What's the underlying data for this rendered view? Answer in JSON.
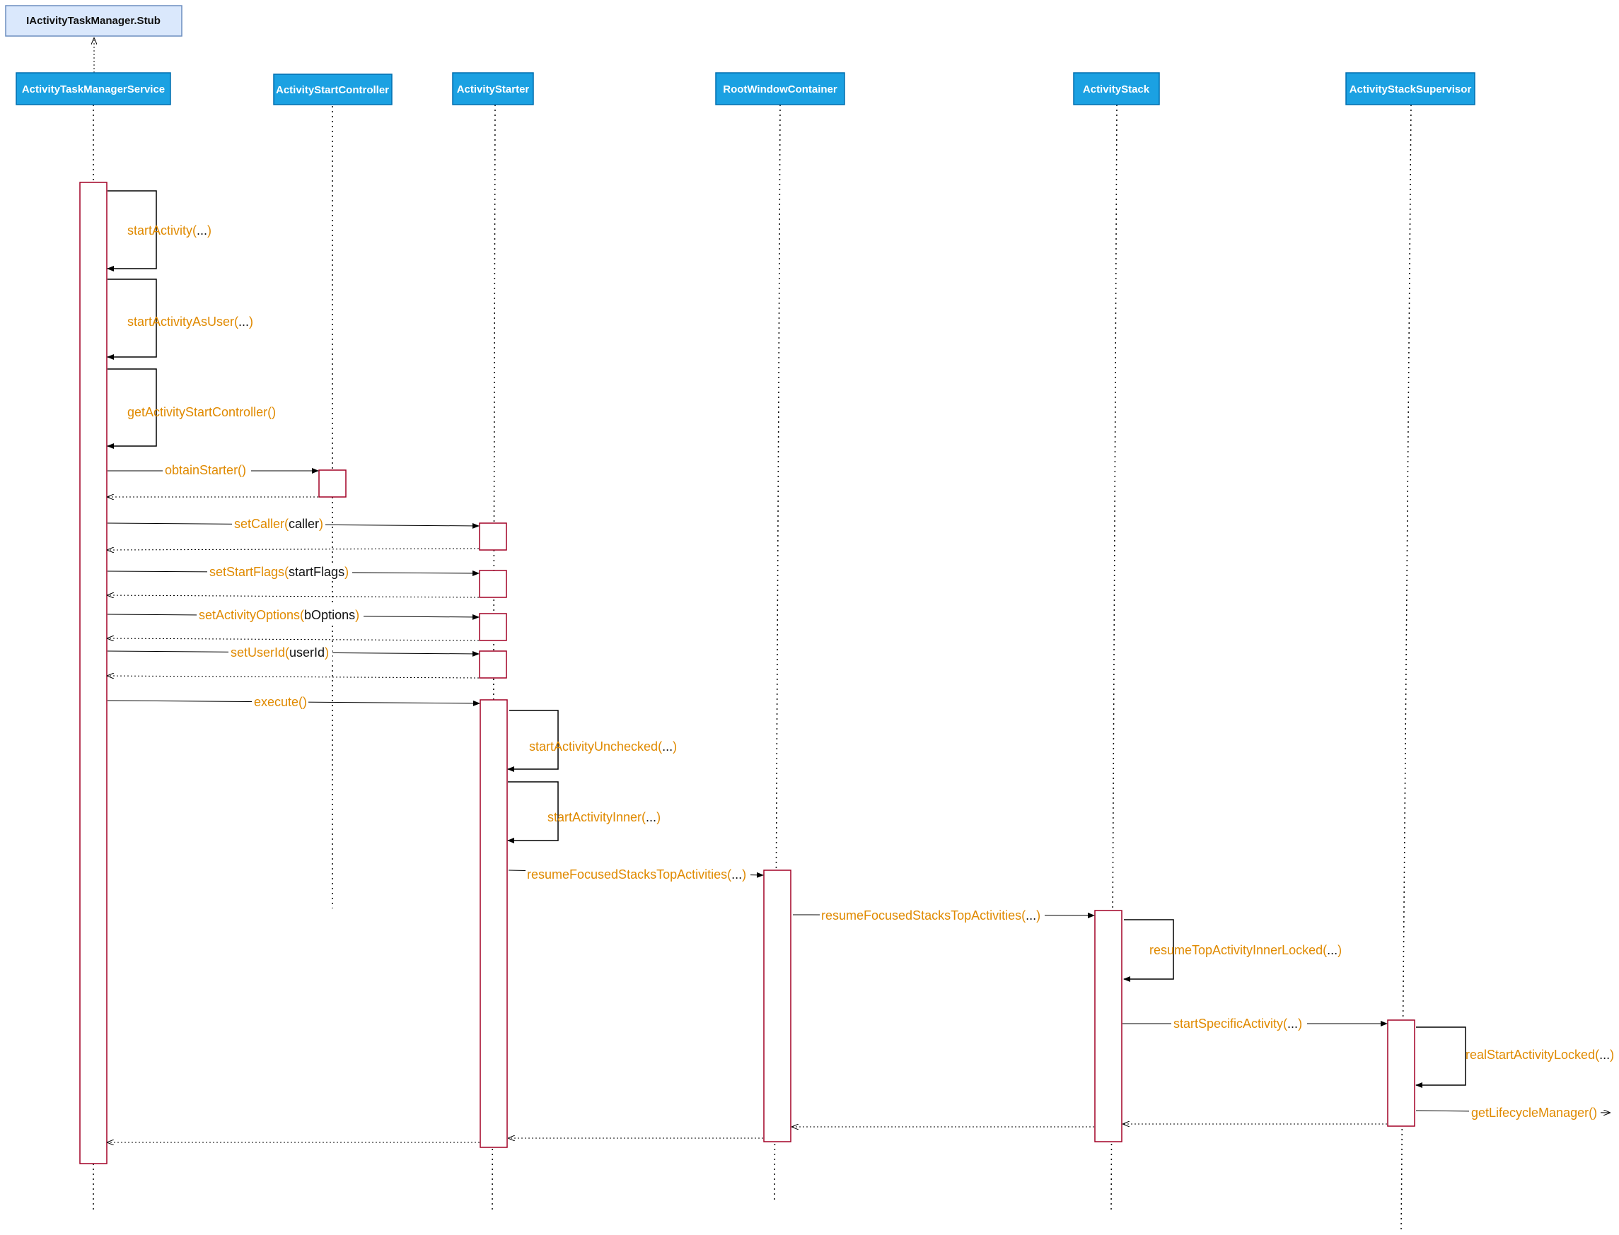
{
  "interface": {
    "label": "IActivityTaskManager.Stub"
  },
  "participants": [
    {
      "id": "atms",
      "label": "ActivityTaskManagerService"
    },
    {
      "id": "asc",
      "label": "ActivityStartController"
    },
    {
      "id": "as",
      "label": "ActivityStarter"
    },
    {
      "id": "rwc",
      "label": "RootWindowContainer"
    },
    {
      "id": "stack",
      "label": "ActivityStack"
    },
    {
      "id": "sup",
      "label": "ActivityStackSupervisor"
    }
  ],
  "messages": [
    {
      "id": "m1",
      "kind": "self",
      "from": "atms",
      "name": "startActivity(",
      "arg": "...",
      "close": ")"
    },
    {
      "id": "m2",
      "kind": "self",
      "from": "atms",
      "name": "startActivityAsUser(",
      "arg": "...",
      "close": ")"
    },
    {
      "id": "m3",
      "kind": "self",
      "from": "atms",
      "name": "getActivityStartController()",
      "arg": "",
      "close": ""
    },
    {
      "id": "m4",
      "kind": "call",
      "from": "atms",
      "to": "asc",
      "name": "obtainStarter()",
      "arg": "",
      "close": ""
    },
    {
      "id": "m5",
      "kind": "call",
      "from": "atms",
      "to": "as",
      "name": "setCaller(",
      "arg": "caller",
      "close": ")"
    },
    {
      "id": "m6",
      "kind": "call",
      "from": "atms",
      "to": "as",
      "name": "setStartFlags(",
      "arg": "startFlags",
      "close": ")"
    },
    {
      "id": "m7",
      "kind": "call",
      "from": "atms",
      "to": "as",
      "name": "setActivityOptions(",
      "arg": "bOptions",
      "close": ")"
    },
    {
      "id": "m8",
      "kind": "call",
      "from": "atms",
      "to": "as",
      "name": "setUserId(",
      "arg": "userId",
      "close": ")"
    },
    {
      "id": "m9",
      "kind": "call",
      "from": "atms",
      "to": "as",
      "name": "execute()",
      "arg": "",
      "close": ""
    },
    {
      "id": "m10",
      "kind": "self",
      "from": "as",
      "name": "startActivityUnchecked(",
      "arg": "...",
      "close": ")"
    },
    {
      "id": "m11",
      "kind": "self",
      "from": "as",
      "name": "startActivityInner(",
      "arg": "...",
      "close": ")"
    },
    {
      "id": "m12",
      "kind": "call",
      "from": "as",
      "to": "rwc",
      "name": "resumeFocusedStacksTopActivities(",
      "arg": "...",
      "close": ")"
    },
    {
      "id": "m13",
      "kind": "call",
      "from": "rwc",
      "to": "stack",
      "name": "resumeFocusedStacksTopActivities(",
      "arg": "...",
      "close": ")"
    },
    {
      "id": "m14",
      "kind": "self",
      "from": "stack",
      "name": "resumeTopActivityInnerLocked(",
      "arg": "...",
      "close": ")"
    },
    {
      "id": "m15",
      "kind": "call",
      "from": "stack",
      "to": "sup",
      "name": "startSpecificActivity(",
      "arg": "...",
      "close": ")"
    },
    {
      "id": "m16",
      "kind": "self",
      "from": "sup",
      "name": "realStartActivityLocked(",
      "arg": "...",
      "close": ")"
    },
    {
      "id": "m17",
      "kind": "call",
      "from": "sup",
      "to": "out",
      "name": "getLifecycleManager()",
      "arg": "",
      "close": ""
    }
  ],
  "colors": {
    "header_fill": "#1ba1e2",
    "header_stroke": "#006eaf",
    "interface_fill": "#dae8fc",
    "interface_stroke": "#6c8ebf",
    "activation_stroke": "#a20025",
    "message_text": "#e08a00",
    "argument_text": "#111111",
    "line": "#000000"
  }
}
